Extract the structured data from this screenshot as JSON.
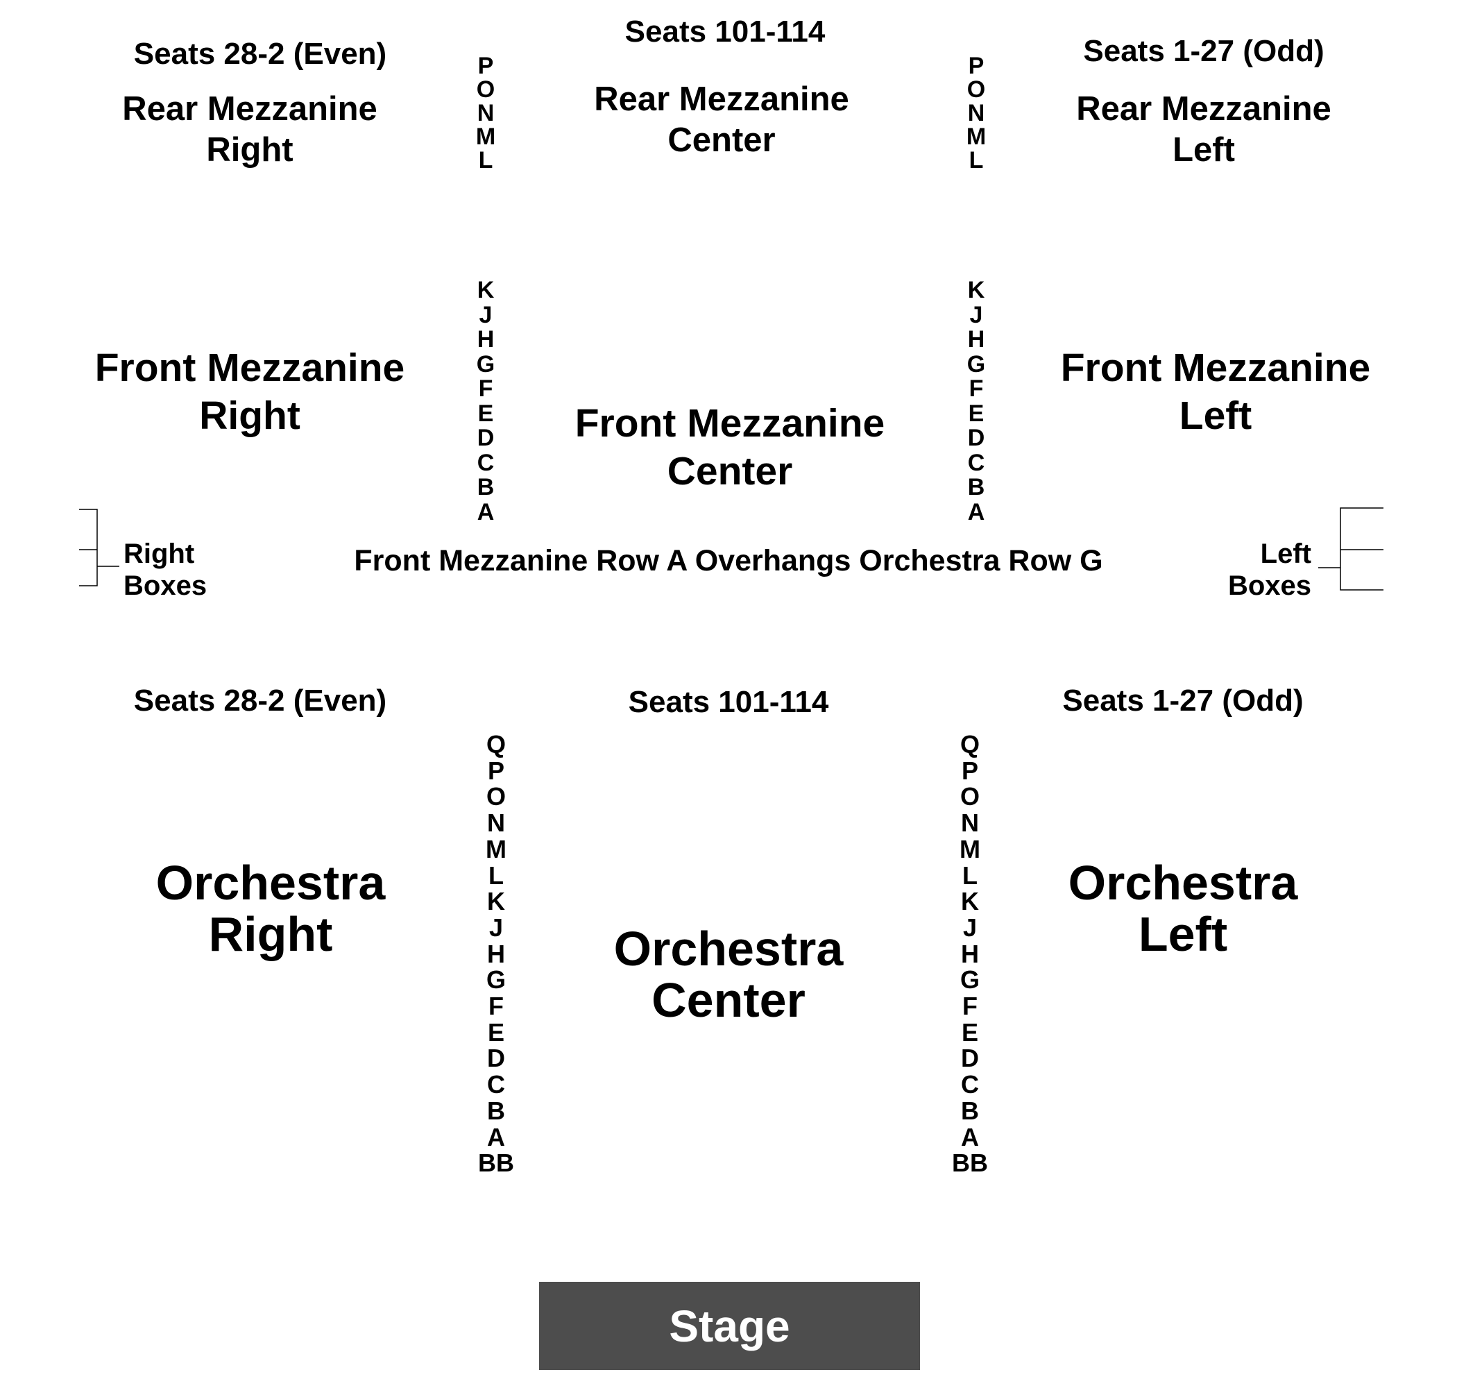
{
  "rear_mezzanine": {
    "right": {
      "seats": "Seats 28-2 (Even)",
      "name_line1": "Rear Mezzanine",
      "name_line2": "Right"
    },
    "center": {
      "seats": "Seats 101-114",
      "name_line1": "Rear Mezzanine",
      "name_line2": "Center"
    },
    "left": {
      "seats": "Seats 1-27 (Odd)",
      "name_line1": "Rear Mezzanine",
      "name_line2": "Left"
    },
    "rows": [
      "P",
      "O",
      "N",
      "M",
      "L"
    ]
  },
  "front_mezzanine": {
    "right": {
      "name_line1": "Front Mezzanine",
      "name_line2": "Right"
    },
    "center": {
      "name_line1": "Front Mezzanine",
      "name_line2": "Center"
    },
    "left": {
      "name_line1": "Front Mezzanine",
      "name_line2": "Left"
    },
    "rows": [
      "K",
      "J",
      "H",
      "G",
      "F",
      "E",
      "D",
      "C",
      "B",
      "A"
    ],
    "overhang_note": "Front Mezzanine Row A Overhangs Orchestra Row G"
  },
  "boxes": {
    "right": {
      "line1": "Right",
      "line2": "Boxes"
    },
    "left": {
      "line1": "Left",
      "line2": "Boxes"
    }
  },
  "orchestra": {
    "right": {
      "seats": "Seats 28-2 (Even)",
      "name_line1": "Orchestra",
      "name_line2": "Right"
    },
    "center": {
      "seats": "Seats 101-114",
      "name_line1": "Orchestra",
      "name_line2": "Center"
    },
    "left": {
      "seats": "Seats 1-27 (Odd)",
      "name_line1": "Orchestra",
      "name_line2": "Left"
    },
    "rows": [
      "Q",
      "P",
      "O",
      "N",
      "M",
      "L",
      "K",
      "J",
      "H",
      "G",
      "F",
      "E",
      "D",
      "C",
      "B",
      "A",
      "BB"
    ]
  },
  "stage": {
    "label": "Stage",
    "fill": "#4d4d4d",
    "text_color": "#ffffff"
  }
}
